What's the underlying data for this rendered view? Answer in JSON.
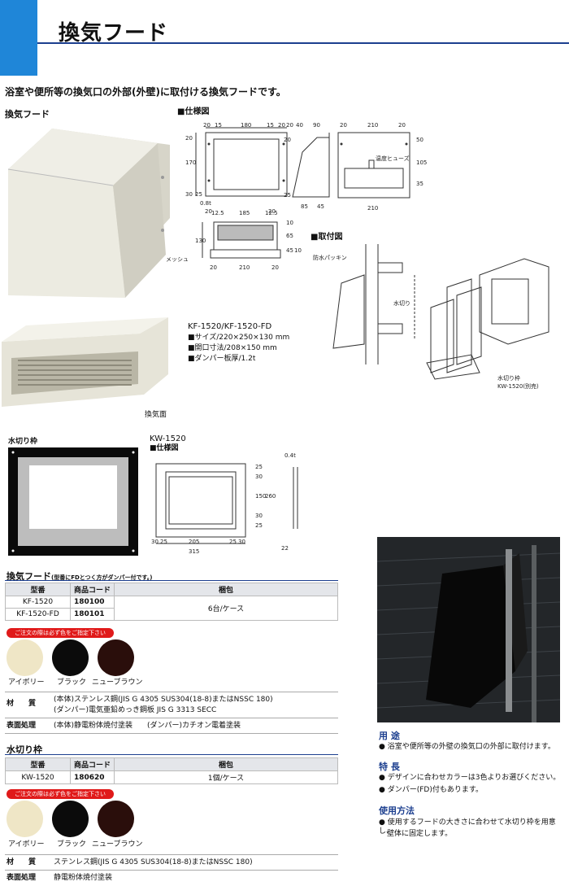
{
  "header": {
    "title": "換気フード"
  },
  "intro": "浴室や便所等の換気口の外部(外壁)に取付ける換気フードです。",
  "product_heading": "換気フード",
  "photo_caption": "換気面",
  "spec_drawing": {
    "title": "■仕様図",
    "mount_title": "■取付図",
    "labels": {
      "thickness": "0.8t",
      "mesh": "メッシュ",
      "fuse": "温度ヒューズ",
      "gasket": "防水パッキン",
      "weather": "水切り",
      "frame_label": "水切り枠",
      "frame_model": "KW-1520(別売)"
    },
    "dims_front": [
      "20",
      "15",
      "180",
      "15",
      "20",
      "20",
      "170",
      "30",
      "25",
      "20",
      "20"
    ],
    "dims_side": [
      "20",
      "40",
      "90",
      "20",
      "25",
      "85",
      "45"
    ],
    "dims_back": [
      "20",
      "210",
      "20",
      "50",
      "105",
      "35",
      "210"
    ],
    "dims_bottom": [
      "12.5",
      "185",
      "12.5",
      "130",
      "10",
      "65",
      "45",
      "10",
      "20",
      "210",
      "20"
    ]
  },
  "kf_spec": {
    "model": "KF-1520/KF-1520-FD",
    "lines": [
      "■サイズ/220×250×130 mm",
      "■開口寸法/208×150 mm",
      "■ダンパー板厚/1.2t"
    ]
  },
  "frame_section": {
    "heading": "水切り枠",
    "model": "KW-1520",
    "spec_title": "■仕様図",
    "dims": [
      "0.4t",
      "25",
      "30",
      "150",
      "260",
      "30",
      "25",
      "30",
      "25",
      "205",
      "25",
      "30",
      "315",
      "22"
    ]
  },
  "table1": {
    "title": "換気フード",
    "note": "(型番にFDとつく方がダンパー付です。)",
    "headers": [
      "型番",
      "商品コード",
      "梱包"
    ],
    "rows": [
      {
        "model": "KF-1520",
        "code": "180100"
      },
      {
        "model": "KF-1520-FD",
        "code": "180101"
      }
    ],
    "packing": "6台/ケース",
    "order_note": "ご注文の際は必ず色をご指定下さい",
    "colors": [
      {
        "name": "アイボリー",
        "hex": "#efe6c6"
      },
      {
        "name": "ブラック",
        "hex": "#0b0b0b"
      },
      {
        "name": "ニューブラウン",
        "hex": "#2a0e0b"
      }
    ],
    "material_label": "材　　質",
    "material_lines": [
      "(本体)ステンレス鋼(JIS G 4305 SUS304(18-8)またはNSSC 180)",
      "(ダンパー)電気亜鉛めっき鋼板 JIS G 3313 SECC"
    ],
    "finish_label": "表面処理",
    "finish": "(本体)静電粉体焼付塗装　　(ダンパー)カチオン電着塗装"
  },
  "table2": {
    "title": "水切り枠",
    "headers": [
      "型番",
      "商品コード",
      "梱包"
    ],
    "rows": [
      {
        "model": "KW-1520",
        "code": "180620",
        "packing": "1個/ケース"
      }
    ],
    "order_note": "ご注文の際は必ず色をご指定下さい",
    "colors": [
      {
        "name": "アイボリー",
        "hex": "#efe6c6"
      },
      {
        "name": "ブラック",
        "hex": "#0b0b0b"
      },
      {
        "name": "ニューブラウン",
        "hex": "#2a0e0b"
      }
    ],
    "material_label": "材　　質",
    "material": "ステンレス鋼(JIS G 4305 SUS304(18-8)またはNSSC 180)",
    "finish_label": "表面処理",
    "finish": "静電粉体焼付塗装"
  },
  "right_panel": {
    "usage_title": "用 途",
    "usage": "浴室や便所等の外壁の換気口の外部に取付けます。",
    "features_title": "特 長",
    "features": [
      "デザインに合わせカラーは3色よりお選びください。",
      "ダンパー(FD)付もあります。"
    ],
    "method_title": "使用方法",
    "method": [
      "使用するフードの大きさに合わせて水切り枠を用意し、",
      "壁体に固定します。"
    ]
  },
  "colors": {
    "accent_blue": "#1f86d8",
    "rule_blue": "#1c3f8f",
    "heading_blue": "#1c3f8f",
    "pill_red": "#e01a1a"
  }
}
